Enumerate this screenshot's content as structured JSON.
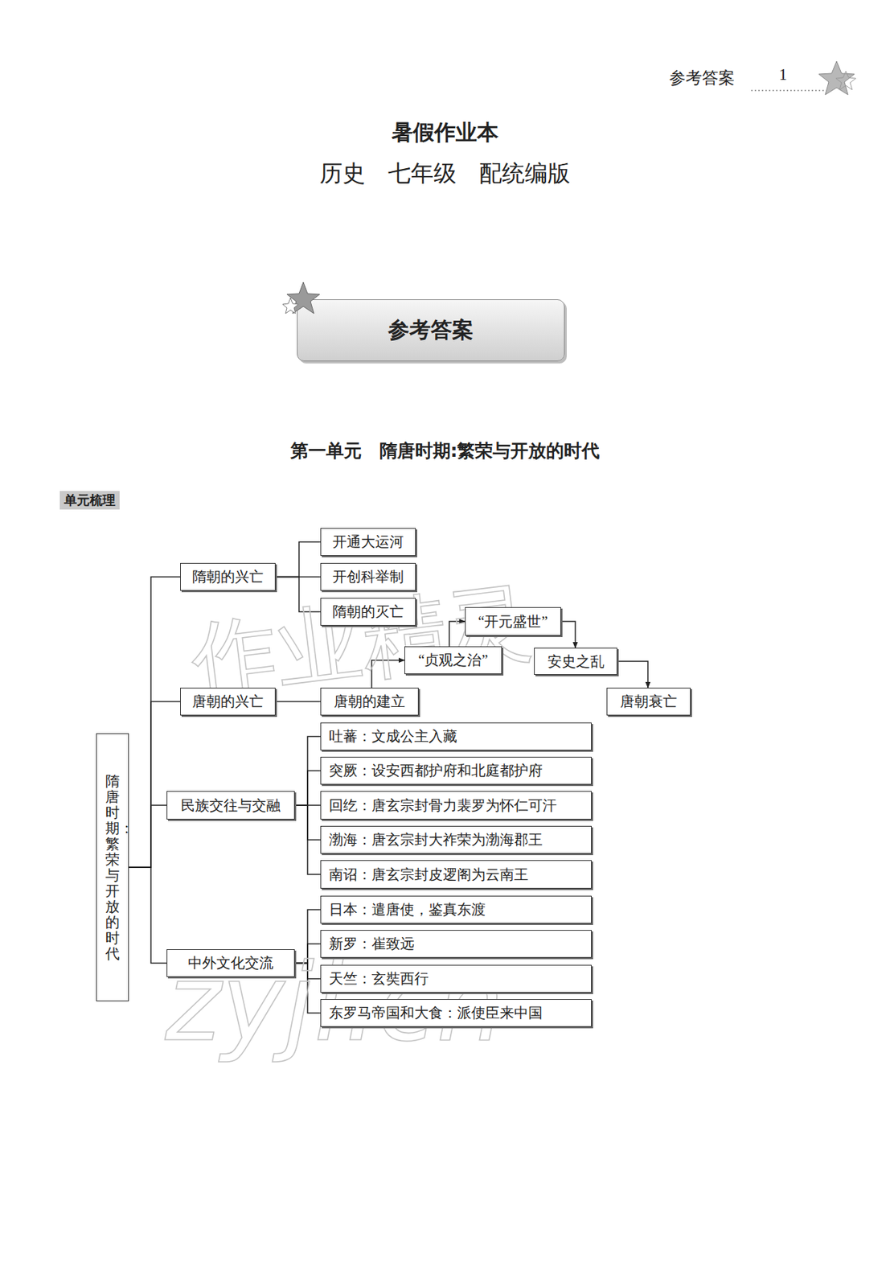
{
  "diagram": {
    "title": "暑假作业本",
    "nodes": [
      {
        "text": [
          "参考答案"
        ]
      },
      {
        "text": [
          "隋唐时期：繁荣与开放的时代"
        ]
      },
      {
        "text": [
          "隋朝的兴亡"
        ]
      },
      {
        "text": [
          "开通大运河"
        ]
      },
      {
        "text": [
          "开创科举制"
        ]
      },
      {
        "text": [
          "隋朝的灭亡"
        ]
      },
      {
        "text": [
          "唐朝的兴亡"
        ]
      },
      {
        "text": [
          "唐朝的建立"
        ]
      },
      {
        "text": [
          "“贞观之治”"
        ]
      },
      {
        "text": [
          "“开元盛世”"
        ]
      },
      {
        "text": [
          "安史之乱"
        ]
      },
      {
        "text": [
          "唐朝衰亡"
        ]
      },
      {
        "text": [
          "民族交往与交融"
        ]
      },
      {
        "text": [
          "吐蕃：文成公主入藏"
        ]
      },
      {
        "text": [
          "突厥：设安西都护府和北庭都护府"
        ]
      },
      {
        "text": [
          "回纥：唐玄宗封骨力裴罗为怀仁可汗"
        ]
      },
      {
        "text": [
          "渤海：唐玄宗封大祚荣为渤海郡王"
        ]
      },
      {
        "text": [
          "南诏：唐玄宗封皮逻阁为云南王"
        ]
      },
      {
        "text": [
          "中外文化交流"
        ]
      },
      {
        "text": [
          "日本：遣唐使，鉴真东渡"
        ]
      },
      {
        "text": [
          "新罗：崔致远"
        ]
      },
      {
        "text": [
          "天竺：玄奘西行"
        ]
      },
      {
        "text": [
          "东罗马帝国和大食：派使臣来中国"
        ]
      }
    ],
    "edges": [
      {
        "from": 1,
        "to": 2,
        "arrow": "none"
      },
      {
        "from": 1,
        "to": 6,
        "arrow": "none"
      },
      {
        "from": 1,
        "to": 12,
        "arrow": "none"
      },
      {
        "from": 1,
        "to": 18,
        "arrow": "none"
      },
      {
        "from": 2,
        "to": 3,
        "arrow": "none"
      },
      {
        "from": 2,
        "to": 4,
        "arrow": "none"
      },
      {
        "from": 2,
        "to": 5,
        "arrow": "none"
      },
      {
        "from": 6,
        "to": 7,
        "arrow": "none"
      },
      {
        "from": 7,
        "to": 8,
        "arrow": "to"
      },
      {
        "from": 8,
        "to": 9,
        "arrow": "to"
      },
      {
        "from": 9,
        "to": 10,
        "arrow": "to"
      },
      {
        "from": 10,
        "to": 11,
        "arrow": "to"
      },
      {
        "from": 12,
        "to": 13,
        "arrow": "none"
      },
      {
        "from": 12,
        "to": 14,
        "arrow": "none"
      },
      {
        "from": 12,
        "to": 15,
        "arrow": "none"
      },
      {
        "from": 12,
        "to": 16,
        "arrow": "none"
      },
      {
        "from": 12,
        "to": 17,
        "arrow": "none"
      },
      {
        "from": 18,
        "to": 19,
        "arrow": "none"
      },
      {
        "from": 18,
        "to": 20,
        "arrow": "none"
      },
      {
        "from": 18,
        "to": 21,
        "arrow": "none"
      },
      {
        "from": 18,
        "to": 22,
        "arrow": "none"
      }
    ],
    "labels": [
      "参考答案",
      "1",
      "历史　七年级　配统编版",
      "第一单元　隋唐时期:繁荣与开放的时代",
      "单元梳理",
      "作业精灵",
      "zyjl.cn"
    ]
  }
}
